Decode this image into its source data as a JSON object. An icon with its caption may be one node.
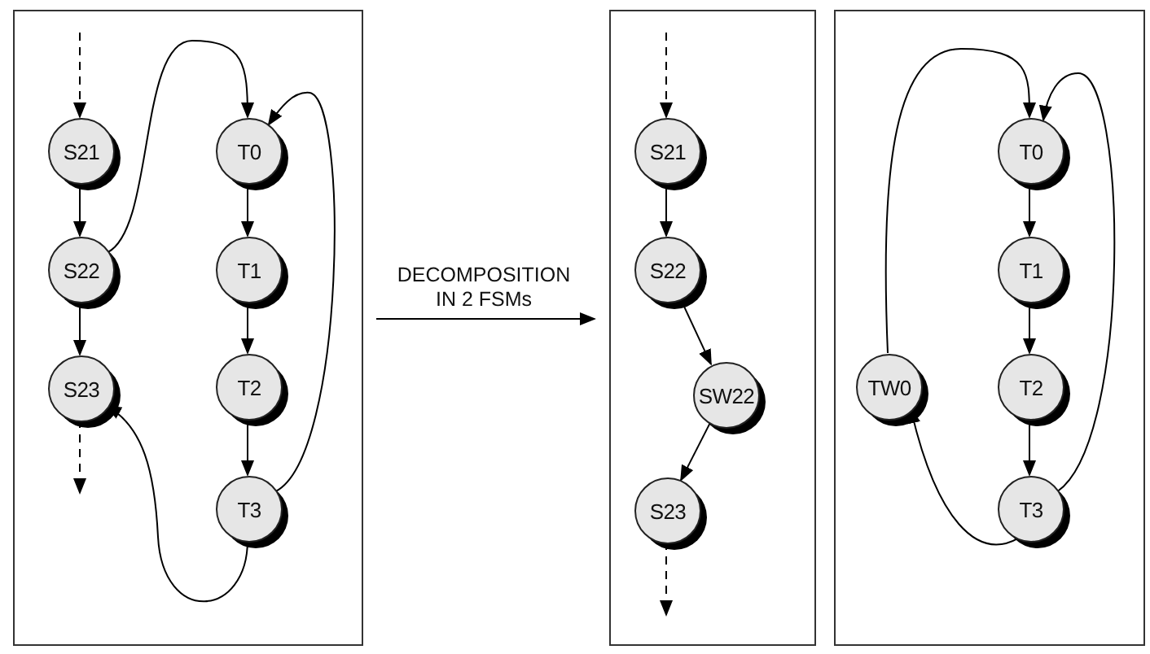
{
  "diagram": {
    "nodes": [
      {
        "text": [],
        "shape": "box"
      },
      {
        "text": [
          "S21"
        ],
        "in": 0
      },
      {
        "text": [
          "S22"
        ],
        "in": 0
      },
      {
        "text": [
          "S23"
        ],
        "in": 0
      },
      {
        "text": [
          "T0"
        ],
        "in": 0
      },
      {
        "text": [
          "T1"
        ],
        "in": 0
      },
      {
        "text": [
          "T2"
        ],
        "in": 0
      },
      {
        "text": [
          "T3"
        ],
        "in": 0
      },
      {
        "text": [],
        "shape": "box"
      },
      {
        "text": [
          "S21"
        ],
        "in": 8
      },
      {
        "text": [
          "S22"
        ],
        "in": 8
      },
      {
        "text": [
          "SW22"
        ],
        "in": 8
      },
      {
        "text": [
          "S23"
        ],
        "in": 8
      },
      {
        "text": [],
        "shape": "box"
      },
      {
        "text": [
          "T0"
        ],
        "in": 13
      },
      {
        "text": [
          "T1"
        ],
        "in": 13
      },
      {
        "text": [
          "T2"
        ],
        "in": 13
      },
      {
        "text": [
          "T3"
        ],
        "in": 13
      },
      {
        "text": [
          "TW0"
        ],
        "in": 13
      }
    ],
    "edges": [
      {
        "from": null,
        "to": 1,
        "arrow": "to",
        "style": "dashed"
      },
      {
        "from": 1,
        "to": 2,
        "arrow": "to"
      },
      {
        "from": 2,
        "to": 3,
        "arrow": "to"
      },
      {
        "from": 3,
        "to": null,
        "arrow": "to",
        "style": "dashed"
      },
      {
        "from": 4,
        "to": 5,
        "arrow": "to"
      },
      {
        "from": 5,
        "to": 6,
        "arrow": "to"
      },
      {
        "from": 6,
        "to": 7,
        "arrow": "to"
      },
      {
        "from": 2,
        "to": 4,
        "arrow": "to"
      },
      {
        "from": 7,
        "to": 4,
        "arrow": "to"
      },
      {
        "from": 7,
        "to": 3,
        "arrow": "to"
      },
      {
        "from": 0,
        "to": 8,
        "arrow": "to",
        "label": "DECOMPOSITION IN 2 FSMs"
      },
      {
        "from": null,
        "to": 9,
        "arrow": "to",
        "style": "dashed"
      },
      {
        "from": 9,
        "to": 10,
        "arrow": "to"
      },
      {
        "from": 10,
        "to": 11,
        "arrow": "to"
      },
      {
        "from": 11,
        "to": 12,
        "arrow": "to"
      },
      {
        "from": 12,
        "to": null,
        "arrow": "to",
        "style": "dashed"
      },
      {
        "from": 14,
        "to": 15,
        "arrow": "to"
      },
      {
        "from": 15,
        "to": 16,
        "arrow": "to"
      },
      {
        "from": 16,
        "to": 17,
        "arrow": "to"
      },
      {
        "from": 18,
        "to": 14,
        "arrow": "to"
      },
      {
        "from": 17,
        "to": 14,
        "arrow": "to"
      },
      {
        "from": 17,
        "to": 18,
        "arrow": "to"
      }
    ]
  }
}
